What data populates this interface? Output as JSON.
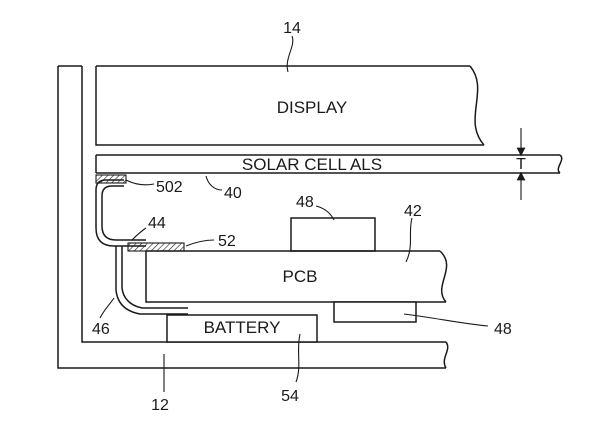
{
  "labels": {
    "display": "DISPLAY",
    "solar_cell_als": "SOLAR CELL ALS",
    "pcb": "PCB",
    "battery": "BATTERY",
    "thickness": "T"
  },
  "refs": {
    "r14": "14",
    "r502": "502",
    "r40": "40",
    "r48_top": "48",
    "r42": "42",
    "r44": "44",
    "r52": "52",
    "r46": "46",
    "r48_right": "48",
    "r12": "12",
    "r54": "54"
  }
}
